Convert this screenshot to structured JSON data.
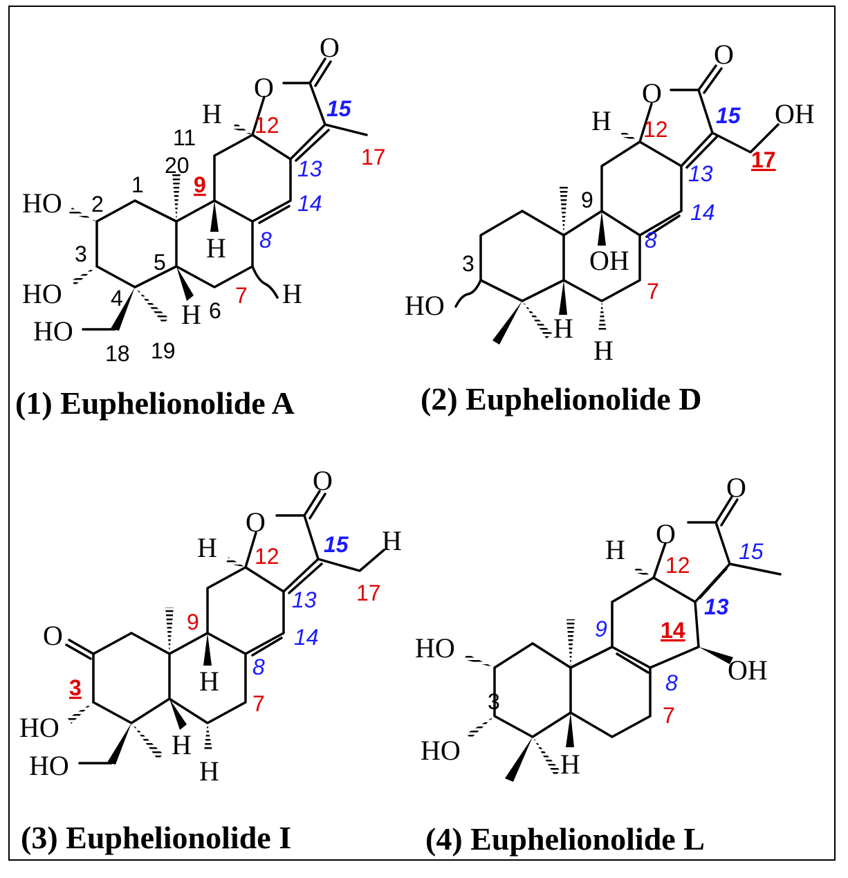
{
  "compounds": [
    {
      "title": "(1) Euphelionolide A",
      "atoms": {
        "o_carbonyl": "O",
        "o_ring": "O",
        "h12": "H",
        "ho2": "HO",
        "ho3": "HO",
        "ho18": "HO",
        "h9": "H",
        "h5": "H",
        "h7": "H"
      },
      "numbers": {
        "n1": "1",
        "n2": "2",
        "n3": "3",
        "n4": "4",
        "n5": "5",
        "n6": "6",
        "n7": "7",
        "n8": "8",
        "n9": "9",
        "n11": "11",
        "n12": "12",
        "n13": "13",
        "n14": "14",
        "n15": "15",
        "n17": "17",
        "n18": "18",
        "n19": "19",
        "n20": "20"
      }
    },
    {
      "title": "(2) Euphelionolide D",
      "atoms": {
        "o_carbonyl": "O",
        "o_ring": "O",
        "h12": "H",
        "oh17": "OH",
        "oh9": "OH",
        "ho3": "HO",
        "h5": "H",
        "h6": "H"
      },
      "numbers": {
        "n3": "3",
        "n7": "7",
        "n8": "8",
        "n9": "9",
        "n12": "12",
        "n13": "13",
        "n14": "14",
        "n15": "15",
        "n17": "17"
      }
    },
    {
      "title": "(3) Euphelionolide I",
      "atoms": {
        "o_carbonyl": "O",
        "o_ring": "O",
        "h12": "H",
        "h17": "H",
        "o2": "O",
        "ho3": "HO",
        "ho18": "HO",
        "h9": "H",
        "h5": "H",
        "h6": "H"
      },
      "numbers": {
        "n3": "3",
        "n7": "7",
        "n8": "8",
        "n9": "9",
        "n12": "12",
        "n13": "13",
        "n14": "14",
        "n15": "15",
        "n17": "17"
      }
    },
    {
      "title": "(4) Euphelionolide L",
      "atoms": {
        "o_carbonyl": "O",
        "o_ring": "O",
        "h12": "H",
        "ho2": "HO",
        "ho3": "HO",
        "oh14": "OH",
        "h5": "H"
      },
      "numbers": {
        "n3": "3",
        "n7": "7",
        "n8": "8",
        "n9": "9",
        "n12": "12",
        "n13": "13",
        "n14": "14",
        "n15": "15"
      }
    }
  ],
  "colors": {
    "highlight_red": "#e00000",
    "highlight_blue": "#1a1aff"
  }
}
